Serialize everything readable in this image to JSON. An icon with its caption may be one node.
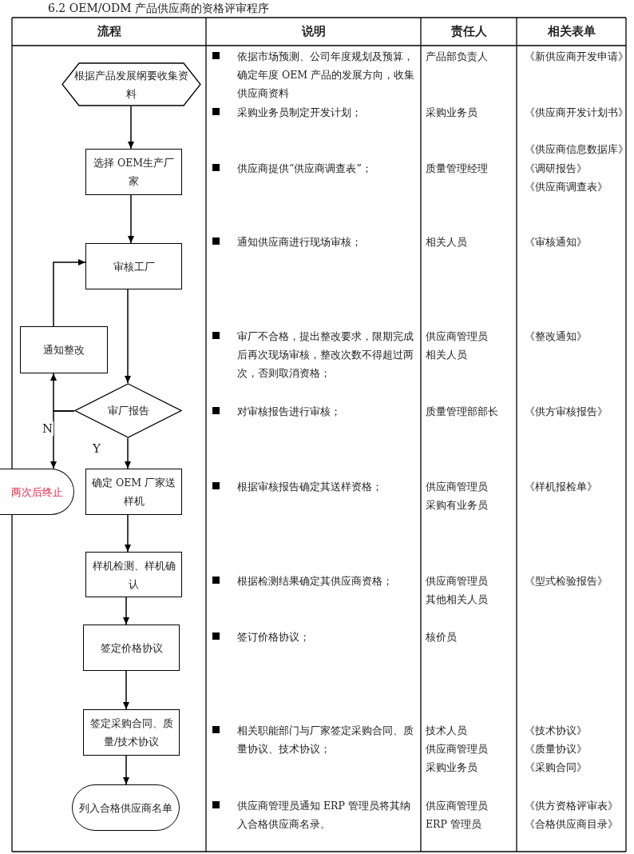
{
  "diagram": {
    "title": "6.2 OEM/ODM 产品供应商的资格评审程序",
    "nodes": [
      {
        "text": [
          "根据产品发展纲要收集资料"
        ]
      },
      {
        "text": [
          "选择 OEM生产厂家"
        ]
      },
      {
        "text": [
          "审核工厂"
        ]
      },
      {
        "text": [
          "通知整改"
        ]
      },
      {
        "text": [
          "审厂报告"
        ]
      },
      {
        "text": [
          "两次后终止"
        ]
      },
      {
        "text": [
          "确定 OEM 厂家送样机"
        ]
      },
      {
        "text": [
          "样机检测、样机确认"
        ]
      },
      {
        "text": [
          "签定价格协议"
        ]
      },
      {
        "text": [
          "签定采购合同、质量/技术协议"
        ]
      },
      {
        "text": [
          "列入合格供应商名单"
        ]
      }
    ],
    "edges": [
      {
        "from": 0,
        "to": 1,
        "arrow": "to"
      },
      {
        "from": 1,
        "to": 2,
        "arrow": "to"
      },
      {
        "from": 2,
        "to": 4,
        "arrow": "to"
      },
      {
        "from": 3,
        "to": 2,
        "arrow": "to"
      },
      {
        "from": 4,
        "to": 3,
        "arrow": "to"
      },
      {
        "from": 4,
        "to": 5,
        "arrow": "to",
        "label": "N"
      },
      {
        "from": 4,
        "to": 6,
        "arrow": "to",
        "label": "Y"
      },
      {
        "from": 6,
        "to": 7,
        "arrow": "to"
      },
      {
        "from": 7,
        "to": 8,
        "arrow": "to"
      },
      {
        "from": 8,
        "to": 9,
        "arrow": "to"
      },
      {
        "from": 9,
        "to": 10,
        "arrow": "to"
      }
    ],
    "labels": [
      "流程",
      "说明",
      "责任人",
      "相关表单",
      "依据市场预测、公司年度规划及预算，确定年度 OEM 产品的发展方向，收集供应商资料",
      "产品部负责人",
      "《新供应商开发申请》",
      "采购业务员制定开发计划；",
      "采购业务员",
      "《供应商开发计划书》",
      "供应商提供“供应商调查表”；",
      "质量管理经理",
      "《供应商信息数据库》",
      "《调研报告》",
      "《供应商调查表》",
      "通知供应商进行现场审核；",
      "相关人员",
      "《审核通知》",
      "审厂不合格，提出整改要求，限期完成后再次现场审核，整改次数不得超过两次，否则取消资格；",
      "供应商管理员",
      "相关人员",
      "《整改通知》",
      "对审核报告进行审核；",
      "质量管理部部长",
      "《供方审核报告》",
      "根据审核报告确定其送样资格；",
      "供应商管理员",
      "采购有业务员",
      "《样机报检单》",
      "根据检测结果确定其供应商资格；",
      "供应商管理员",
      "其他相关人员",
      "《型式检验报告》",
      "签订价格协议；",
      "核价员",
      "相关职能部门与厂家签定采购合同、质量协议、技术协议；",
      "技术人员",
      "供应商管理员",
      "采购业务员",
      "《技术协议》",
      "《质量协议》",
      "《采购合同》",
      "供应商管理员通知 ERP 管理员将其纳入合格供应商名录。",
      "供应商管理员",
      "ERP 管理员",
      "《供方资格评审表》",
      "《合格供应商目录》"
    ]
  }
}
